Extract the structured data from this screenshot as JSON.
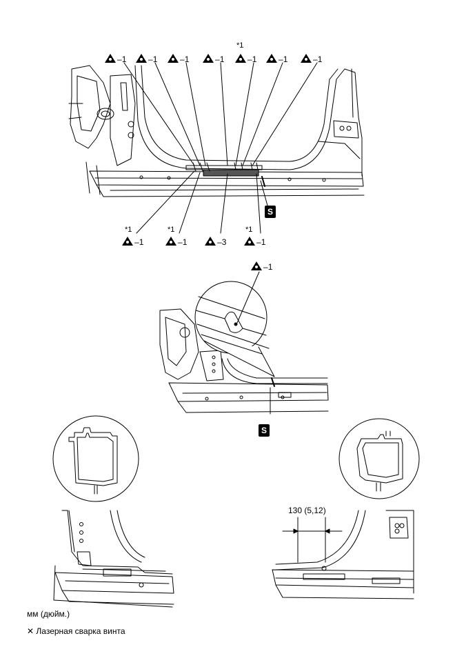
{
  "top_labels": [
    {
      "text": "1",
      "star": ""
    },
    {
      "text": "1",
      "star": ""
    },
    {
      "text": "1",
      "star": ""
    },
    {
      "text": "1",
      "star": ""
    },
    {
      "text": "1",
      "star": "*1"
    },
    {
      "text": "1",
      "star": ""
    },
    {
      "text": "1",
      "star": ""
    }
  ],
  "bottom_labels": [
    {
      "text": "1",
      "star": "*1"
    },
    {
      "text": "1",
      "star": "*1"
    },
    {
      "text": "3",
      "star": ""
    },
    {
      "text": "1",
      "star": "*1"
    }
  ],
  "detail_label": {
    "text": "1"
  },
  "badge_symbol": "S",
  "dimension": "130 (5,12)",
  "units_note": "мм (дюйм.)",
  "legend": {
    "symbol": "✕",
    "text": "Лазерная сварка винта"
  },
  "colors": {
    "ink": "#000000",
    "paper": "#ffffff",
    "panel_gray": "#cfcfcf"
  }
}
